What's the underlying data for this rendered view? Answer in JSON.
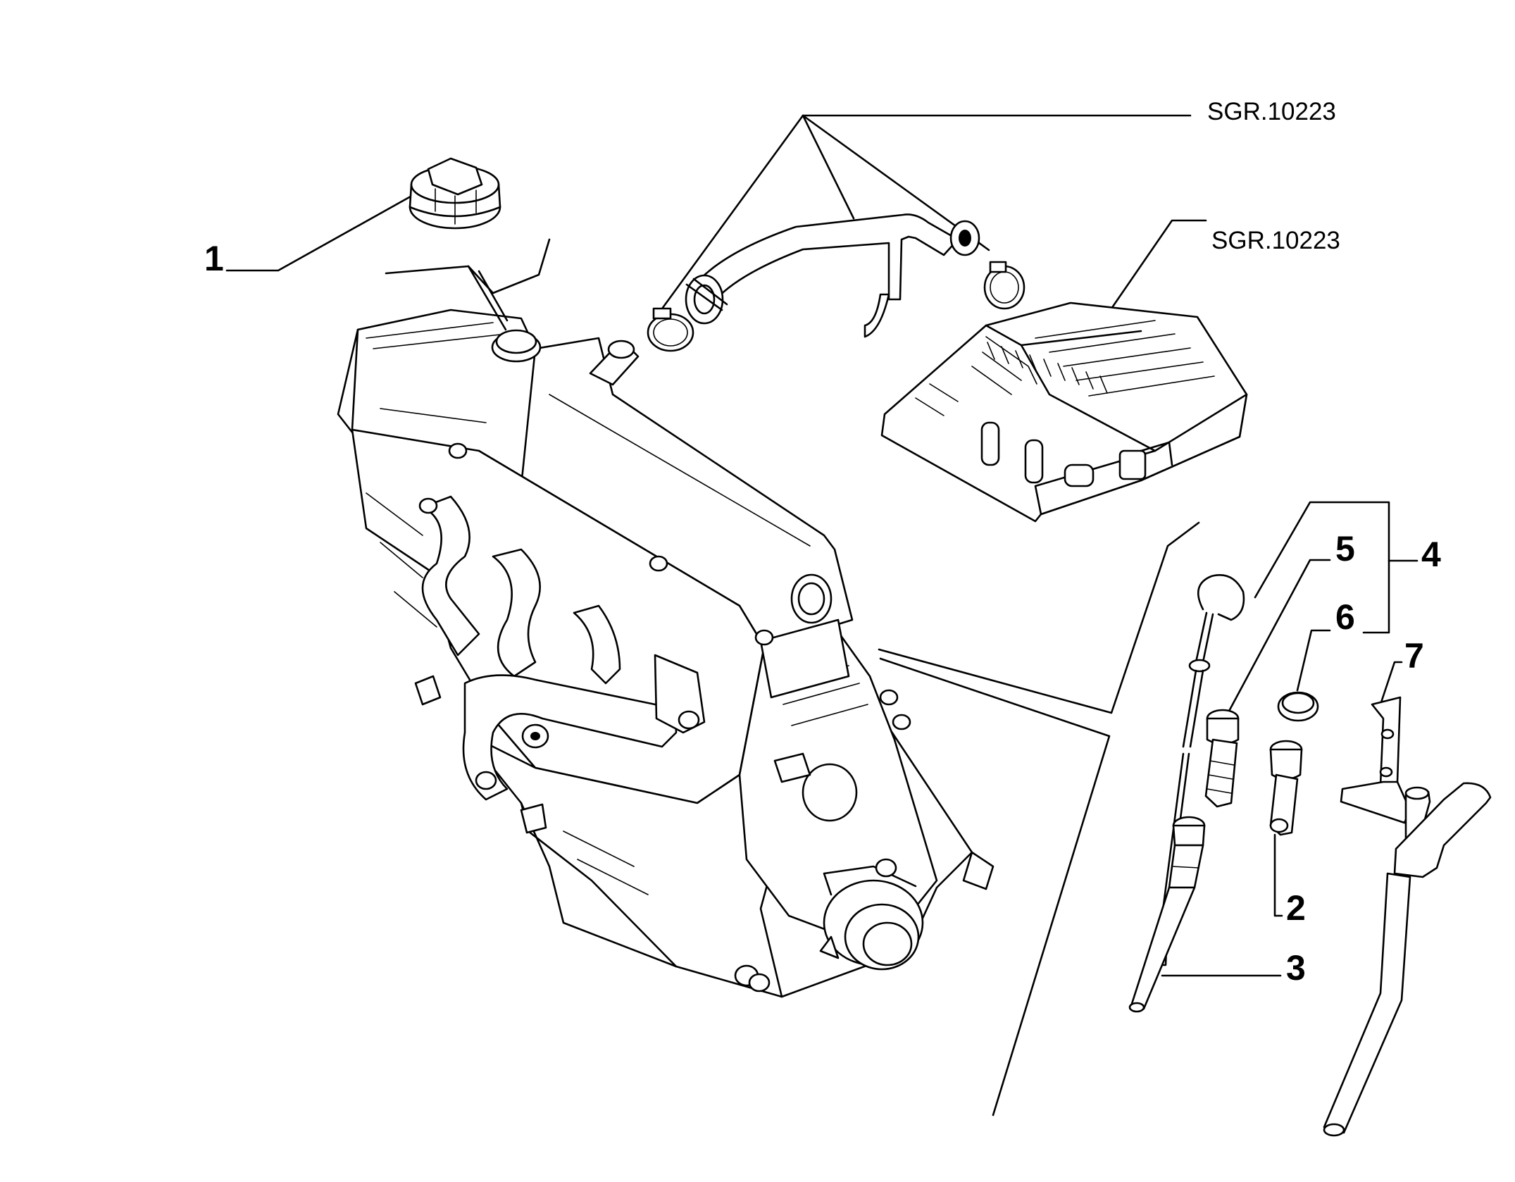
{
  "diagram": {
    "references": [
      "SGR.10223",
      "SGR.10223"
    ],
    "callouts": [
      "1",
      "2",
      "3",
      "4",
      "5",
      "6",
      "7"
    ],
    "parts": [
      "oil-filler-cap",
      "engine-block",
      "breather-hose",
      "hose-clamp",
      "air-filter-housing",
      "dipstick",
      "dipstick-tube",
      "dipstick-guide",
      "seal-ring",
      "dipstick-bracket-pipe"
    ]
  }
}
